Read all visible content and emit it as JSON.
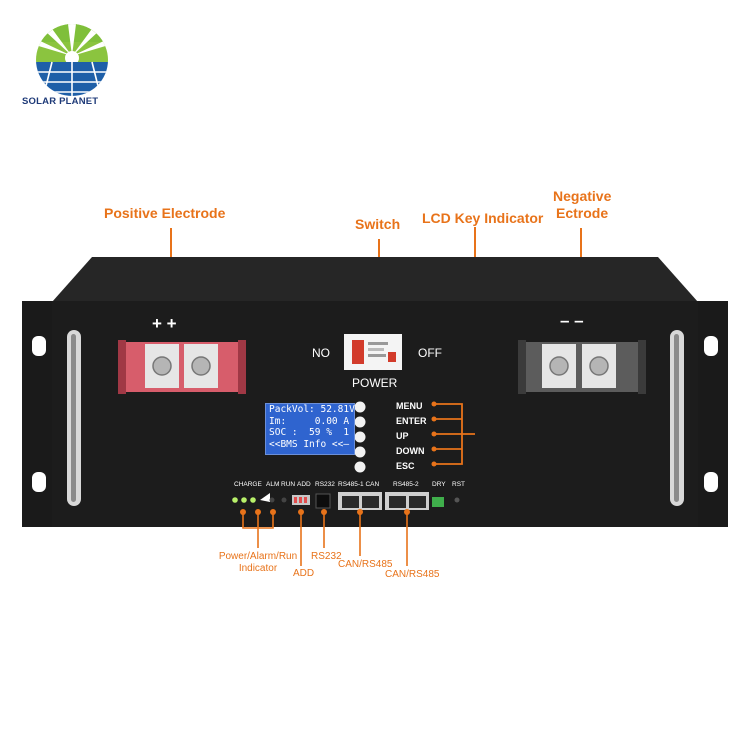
{
  "brand": {
    "name": "SOLAR PLANET",
    "colors": {
      "accent": "#e8731a",
      "panel": "#1b1b1b",
      "lcd": "#2f64cf"
    }
  },
  "callouts": {
    "positive": "Positive Electrode",
    "switch": "Switch",
    "lcd_key": "LCD Key Indicator",
    "negative_line1": "Negative",
    "negative_line2": "Ectrode",
    "power_alarm_line1": "Power/Alarm/Run",
    "power_alarm_line2": "Indicator",
    "add": "ADD",
    "rs232": "RS232",
    "can_rs485_1": "CAN/RS485",
    "can_rs485_2": "CAN/RS485"
  },
  "panel": {
    "plus_signs": "+ +",
    "minus_signs": "– –",
    "switch_no": "NO",
    "switch_off": "OFF",
    "power_label": "POWER",
    "lcd_lines": [
      "PackVol: 52.81V",
      "Im:     0.00 A",
      "SOC :  59 %  1",
      "<<BMS Info <<—"
    ],
    "keys": [
      "MENU",
      "ENTER",
      "UP",
      "DOWN",
      "ESC"
    ],
    "port_labels": {
      "charge": "CHARGE",
      "alm": "ALM",
      "run": "RUN",
      "add": "ADD",
      "rs232": "RS232",
      "rs485_1_can": "RS485-1 CAN",
      "rs485_2": "RS485-2",
      "dry": "DRY",
      "rst": "RST"
    }
  },
  "icons": [
    "solar-planet-logo-icon",
    "terminal-bolt-icon",
    "breaker-switch-icon",
    "rj45-port-icon",
    "led-indicator-icon"
  ]
}
